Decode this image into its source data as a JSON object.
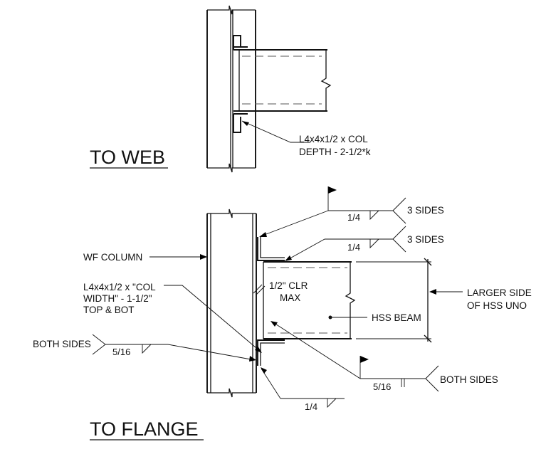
{
  "web_detail": {
    "title": "TO WEB",
    "angle_note_line1": "L4x4x1/2 x COL",
    "angle_note_line2": "DEPTH - 2-1/2*k"
  },
  "flange_detail": {
    "title": "TO FLANGE",
    "column_label": "WF COLUMN",
    "angle_note_line1": "L4x4x1/2 x \"COL",
    "angle_note_line2": "WIDTH\" - 1-1/2\"",
    "angle_note_line3": "TOP & BOT",
    "clear_note_line1": "1/2\" CLR",
    "clear_note_line2": "MAX",
    "beam_label": "HSS BEAM",
    "larger_side_line1": "LARGER SIDE",
    "larger_side_line2": "OF HSS UNO",
    "weld_top_size": "1/4",
    "weld_top_note": "3 SIDES",
    "weld_second_size": "1/4",
    "weld_second_note": "3 SIDES",
    "weld_left_size": "5/16",
    "weld_left_note": "BOTH SIDES",
    "weld_bottom_right_size": "5/16",
    "weld_bottom_right_note": "BOTH SIDES",
    "weld_bottom_size": "1/4"
  }
}
